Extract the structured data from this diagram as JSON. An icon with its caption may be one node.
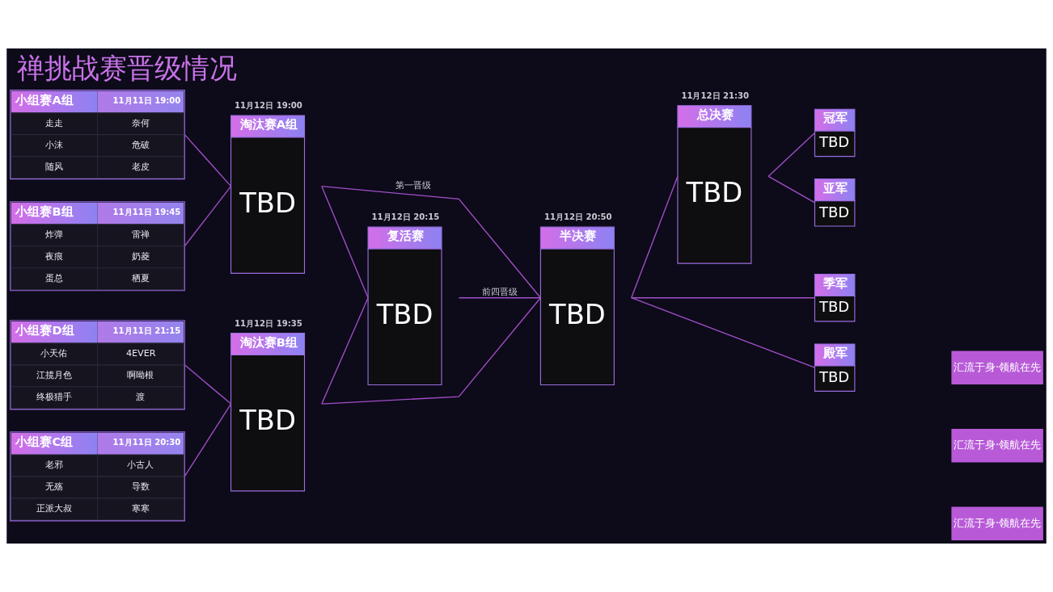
{
  "diagram": {
    "title": "禅挑战赛晋级情况",
    "nodes": [
      {
        "text": [
          "小组赛A组",
          "11月11日 19:00",
          "走走",
          "奈何",
          "小沫",
          "危破",
          "随风",
          "老皮"
        ]
      },
      {
        "text": [
          "小组赛B组",
          "11月11日 19:45",
          "炸弹",
          "雷禅",
          "夜痕",
          "奶菱",
          "蛋总",
          "栖夏"
        ]
      },
      {
        "text": [
          "小组赛C组",
          "11月11日 20:30",
          "老邪",
          "小古人",
          "无殇",
          "导数",
          "正派大叔",
          "寒寒"
        ]
      },
      {
        "text": [
          "小组赛D组",
          "11月11日 21:15",
          "小天佑",
          "4EVER",
          "江揽月色",
          "啊呦根",
          "终极猎手",
          "渡"
        ]
      },
      {
        "text": [
          "淘汰赛A组",
          "TBD"
        ],
        "beside": [
          "11月12日 19:00"
        ]
      },
      {
        "text": [
          "淘汰赛B组",
          "TBD"
        ],
        "beside": [
          "11月12日 19:35"
        ]
      },
      {
        "text": [
          "复活赛",
          "TBD"
        ],
        "beside": [
          "11月12日 20:15"
        ]
      },
      {
        "text": [
          "半决赛",
          "TBD"
        ],
        "beside": [
          "11月12日 20:50"
        ]
      },
      {
        "text": [
          "总决赛",
          "TBD"
        ],
        "beside": [
          "11月12日 21:30"
        ]
      },
      {
        "text": [
          "冠军",
          "TBD"
        ]
      },
      {
        "text": [
          "亚军",
          "TBD"
        ]
      },
      {
        "text": [
          "季军",
          "TBD"
        ]
      },
      {
        "text": [
          "殿军",
          "TBD"
        ]
      }
    ],
    "edges": [
      {
        "from": 0,
        "to": 4,
        "arrow": "none"
      },
      {
        "from": 1,
        "to": 4,
        "arrow": "none"
      },
      {
        "from": 2,
        "to": 5,
        "arrow": "none"
      },
      {
        "from": 3,
        "to": 5,
        "arrow": "none"
      },
      {
        "from": 4,
        "to": 7,
        "arrow": "none",
        "label": "第一晋级"
      },
      {
        "from": 4,
        "to": 6,
        "arrow": "none"
      },
      {
        "from": 5,
        "to": 6,
        "arrow": "none"
      },
      {
        "from": 5,
        "to": 7,
        "arrow": "none"
      },
      {
        "from": 6,
        "to": 7,
        "arrow": "none",
        "label": "前四晋级"
      },
      {
        "from": 7,
        "to": 8,
        "arrow": "none"
      },
      {
        "from": 7,
        "to": 11,
        "arrow": "none"
      },
      {
        "from": 7,
        "to": 12,
        "arrow": "none"
      },
      {
        "from": 8,
        "to": 9,
        "arrow": "none"
      },
      {
        "from": 8,
        "to": 10,
        "arrow": "none"
      }
    ],
    "labels": [
      "汇流于身·领航在先",
      "汇流于身·领航在先",
      "汇流于身·领航在先"
    ]
  }
}
